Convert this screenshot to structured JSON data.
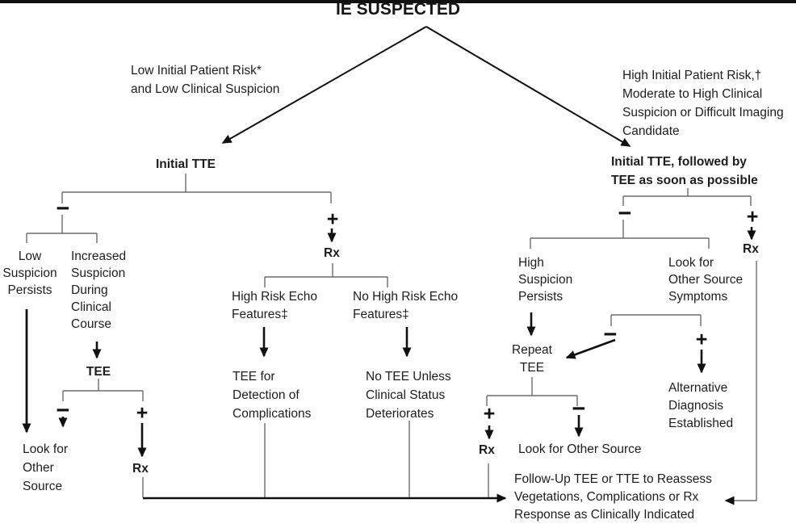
{
  "title": "IE SUSPECTED",
  "signs": {
    "plus": "+",
    "minus": "−"
  },
  "left_branch": {
    "condition": "Low Initial Patient Risk*\nand Low Clinical Suspicion",
    "node": "Initial TTE",
    "negative": {
      "low_suspicion": "Low\nSuspicion\nPersists",
      "increased_suspicion": "Increased\nSuspicion\nDuring\nClinical\nCourse",
      "tee": "TEE",
      "look_for_other_source": "Look for\nOther\nSource",
      "rx": "Rx"
    },
    "positive": {
      "rx": "Rx",
      "high_risk_echo": "High Risk Echo\nFeatures‡",
      "no_high_risk_echo": "No High Risk Echo\nFeatures‡",
      "tee_for_detection": "TEE for\nDetection of\nComplications",
      "no_tee_unless": "No TEE Unless\nClinical Status\nDeteriorates"
    }
  },
  "right_branch": {
    "condition": "High Initial Patient Risk,†\nModerate to High Clinical\nSuspicion or Difficult Imaging\nCandidate",
    "node": "Initial TTE, followed by\nTEE as soon as possible",
    "negative": {
      "high_suspicion": "High\nSuspicion\nPersists",
      "look_for_other_source_symptoms": "Look for\nOther Source\nSymptoms",
      "repeat_tee": "Repeat\nTEE",
      "alternative_diagnosis": "Alternative\nDiagnosis\nEstablished",
      "rx": "Rx",
      "look_for_other_source": "Look for Other Source"
    },
    "positive": {
      "rx": "Rx"
    }
  },
  "footer": {
    "followup": "Follow-Up TEE or TTE to Reassess\nVegetations, Complications or Rx\nResponse as Clinically Indicated"
  },
  "colors": {
    "text": "#1d1d1d",
    "thin_line": "#6b6b6b",
    "bold_line": "#111111"
  }
}
